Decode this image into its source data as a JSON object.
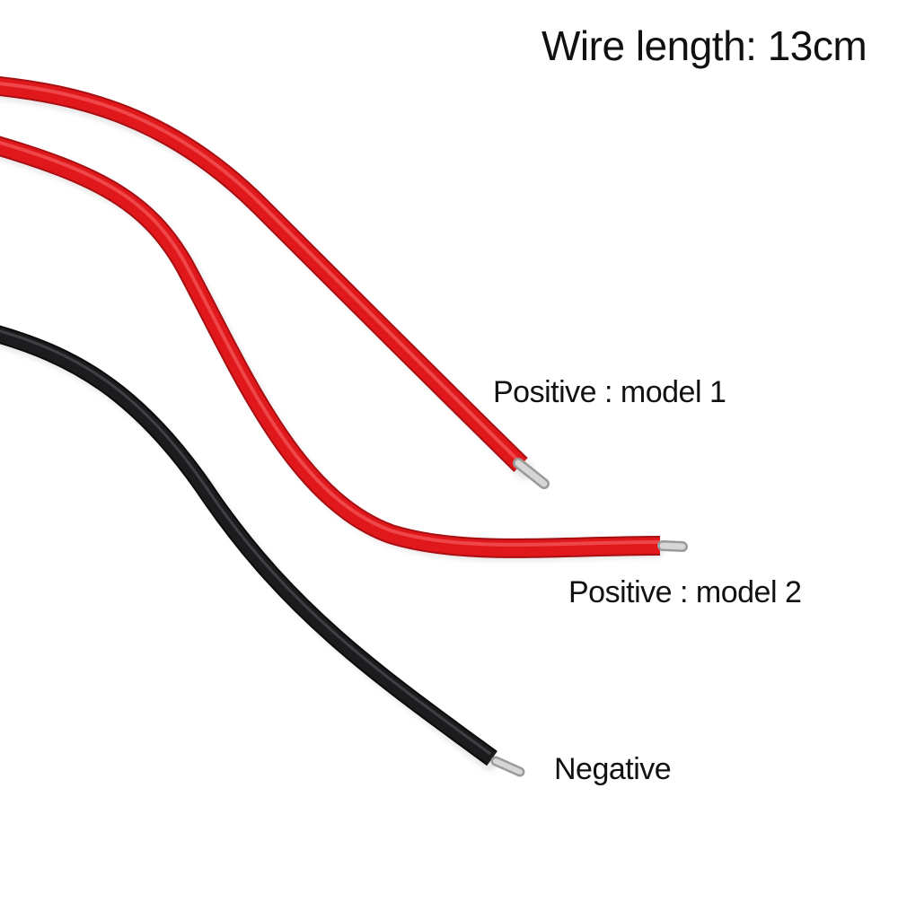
{
  "title": "Wire length: 13cm",
  "wires": [
    {
      "id": "positive-model-1",
      "label": "Positive : model 1",
      "color": "#e0181c"
    },
    {
      "id": "positive-model-2",
      "label": "Positive : model 2",
      "color": "#e0181c"
    },
    {
      "id": "negative",
      "label": "Negative",
      "color": "#1c1c1e"
    }
  ],
  "colors": {
    "background": "#ffffff",
    "wire_red": "#e0181c",
    "wire_black": "#1c1c1e",
    "bare_conductor": "#c9c9c9"
  }
}
